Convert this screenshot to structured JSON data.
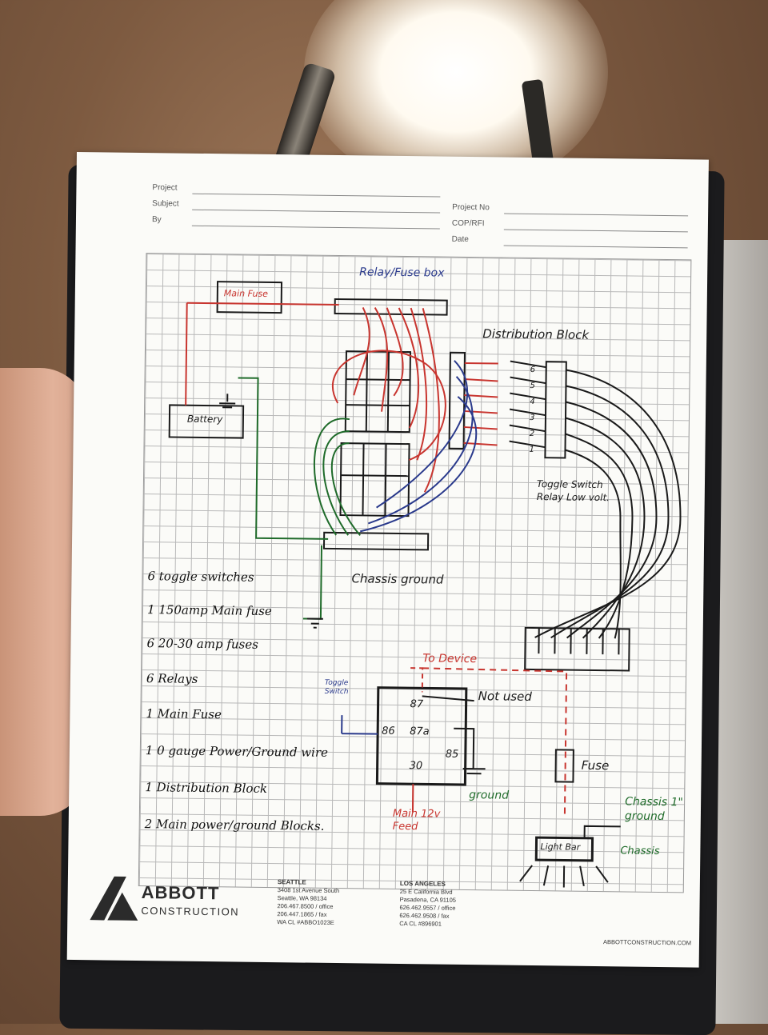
{
  "form": {
    "project_label": "Project",
    "subject_label": "Subject",
    "by_label": "By",
    "project_no_label": "Project No",
    "cop_label": "COP/RFI",
    "date_label": "Date"
  },
  "diagram": {
    "relay_box_label": "Relay/Fuse box",
    "main_fuse_label": "Main Fuse",
    "battery_label": "Battery",
    "distribution_block_label": "Distribution Block",
    "toggle_note": "Toggle Switch Relay Low volt.",
    "chassis_ground_label": "Chassis ground",
    "terminal_numbers": [
      "6",
      "5",
      "4",
      "3",
      "2",
      "1"
    ]
  },
  "relay_detail": {
    "to_device": "To Device",
    "toggle_switch": "Toggle Switch",
    "pin_87": "87",
    "pin_86": "86",
    "pin_87a": "87a",
    "pin_85": "85",
    "pin_30": "30",
    "not_used": "Not used",
    "ground": "ground",
    "main_feed": "Main 12v Feed",
    "fuse": "Fuse",
    "light_bar": "Light Bar",
    "chassis_ground_note": "Chassis 1\" ground",
    "chassis_lower": "Chassis"
  },
  "parts_list": [
    "6 toggle switches",
    "1 150amp Main fuse",
    "6 20-30 amp fuses",
    "6 Relays",
    "1 Main Fuse",
    "1 0 gauge Power/Ground wire",
    "1 Distribution Block",
    "2 Main power/ground Blocks."
  ],
  "footer": {
    "brand_top": "ABBOTT",
    "brand_bottom": "CONSTRUCTION",
    "seattle_title": "SEATTLE",
    "seattle_lines": [
      "3408 1st Avenue South",
      "Seattle, WA 98134",
      "206.467.8500 / office",
      "206.447.1865 / fax",
      "WA CL #ABBO1023E"
    ],
    "la_title": "LOS ANGELES",
    "la_lines": [
      "25 E California Blvd",
      "Pasadena, CA 91105",
      "626.462.9557 / office",
      "626.462.9508 / fax",
      "CA CL #896901"
    ],
    "website": "ABBOTTCONSTRUCTION.COM"
  },
  "colors": {
    "red_ink": "#c8352f",
    "blue_ink": "#2a3a8c",
    "green_ink": "#1f6b2a",
    "black_ink": "#1a1a1a"
  }
}
